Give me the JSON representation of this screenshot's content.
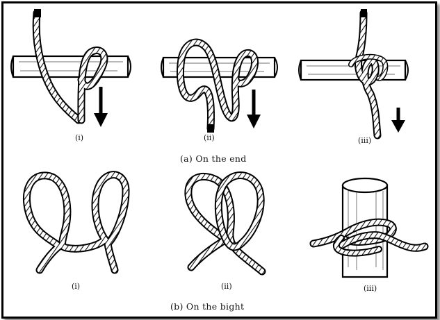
{
  "diagram": {
    "section_a": {
      "caption": "(a)  On the end",
      "steps": [
        "(i)",
        "(ii)",
        "(iii)"
      ]
    },
    "section_b": {
      "caption": "(b)  On the bight",
      "steps": [
        "(i)",
        "(ii)",
        "(iii)"
      ]
    }
  }
}
